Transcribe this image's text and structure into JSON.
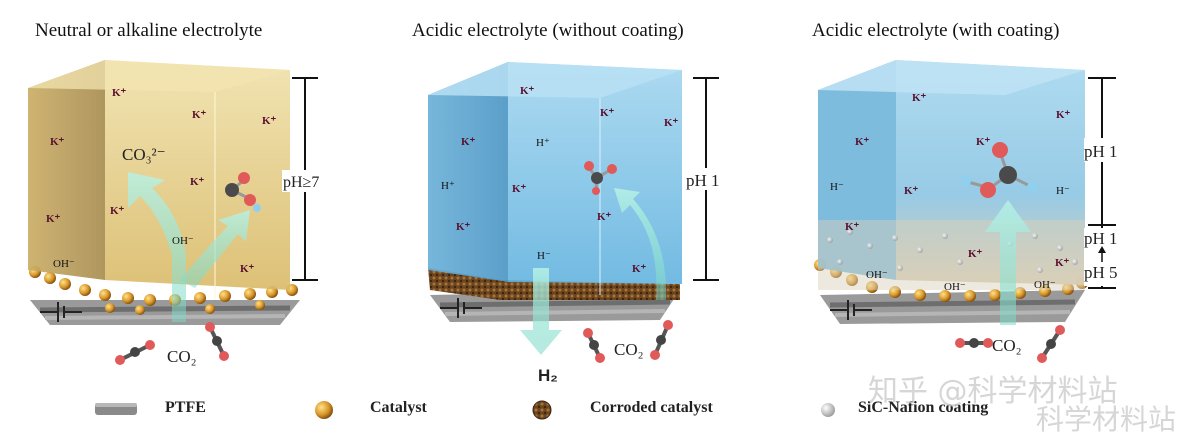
{
  "panels": [
    {
      "title": "Neutral or alkaline electrolyte",
      "ph_label": "pH≥7",
      "ions": [
        "K⁺",
        "K⁺",
        "K⁺",
        "K⁺",
        "K⁺",
        "K⁺",
        "K⁺",
        "K⁺",
        "OH⁻",
        "OH⁻"
      ],
      "carbonate": "CO₃²⁻",
      "co2": "CO₂"
    },
    {
      "title": "Acidic electrolyte (without coating)",
      "ph_label": "pH 1",
      "ions": [
        "K⁺",
        "K⁺",
        "K⁺",
        "K⁺",
        "K⁺",
        "K⁺",
        "K⁺",
        "H⁺",
        "H⁺",
        "H⁻"
      ],
      "h2": "H₂",
      "co2": "CO₂"
    },
    {
      "title": "Acidic electrolyte (with coating)",
      "ph_top": "pH 1",
      "ph_mid": "pH 1",
      "ph_bottom": "pH 5",
      "ions": [
        "K⁺",
        "K⁺",
        "K⁺",
        "K⁺",
        "K⁺",
        "K⁺",
        "K⁺",
        "H⁻",
        "H⁻",
        "OH⁻",
        "OH⁻",
        "OH⁻"
      ],
      "co2": "CO₂"
    }
  ],
  "legend": {
    "ptfe": "PTFE",
    "catalyst": "Catalyst",
    "corroded": "Corroded catalyst",
    "sic": "SiC-Nafion coating"
  },
  "watermarks": {
    "top": "知乎 @科学材料站",
    "bottom": "科学材料站"
  },
  "colors": {
    "alkaline_box": "#e9cf7a",
    "acid_box": "#7ec3e6",
    "arrow": "#8fe3d4",
    "catalyst": "#d9962a",
    "ptfe": "#8a8a8a"
  }
}
